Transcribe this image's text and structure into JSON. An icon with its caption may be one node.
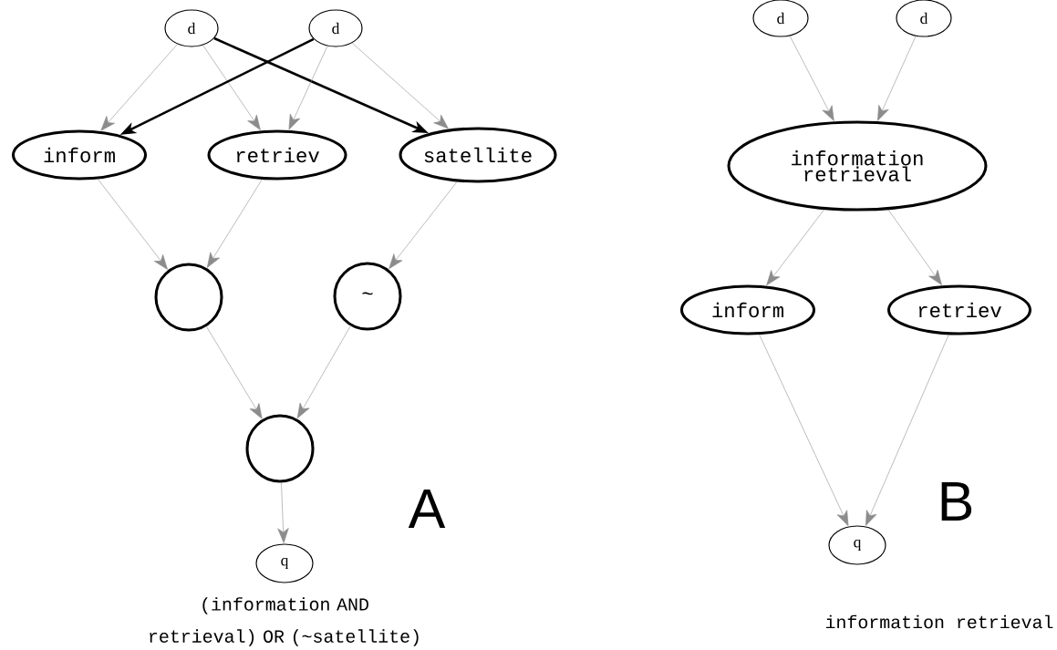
{
  "diagram": {
    "nodes": [
      {
        "text": [
          "d"
        ]
      },
      {
        "text": [
          "d"
        ]
      },
      {
        "text": [
          "d"
        ]
      },
      {
        "text": [
          "d"
        ]
      },
      {
        "text": [
          "inform"
        ]
      },
      {
        "text": [
          "retriev"
        ]
      },
      {
        "text": [
          "satellite"
        ]
      },
      {
        "text": [
          "information retrieval"
        ]
      },
      {
        "text": [],
        "shape": "circle"
      },
      {
        "text": [
          "~"
        ]
      },
      {
        "text": [
          "inform"
        ]
      },
      {
        "text": [
          "retriev"
        ]
      },
      {
        "text": [],
        "shape": "circle"
      },
      {
        "text": [
          "q"
        ]
      },
      {
        "text": [
          "q"
        ]
      }
    ],
    "edges": [
      {
        "from": 0,
        "to": 4,
        "arrow": "to"
      },
      {
        "from": 0,
        "to": 5,
        "arrow": "to"
      },
      {
        "from": 0,
        "to": 6,
        "arrow": "to",
        "style": "thick",
        "color": "#000000"
      },
      {
        "from": 1,
        "to": 4,
        "arrow": "to",
        "style": "thick",
        "color": "#000000"
      },
      {
        "from": 1,
        "to": 5,
        "arrow": "to"
      },
      {
        "from": 1,
        "to": 6,
        "arrow": "to"
      },
      {
        "from": 2,
        "to": 7,
        "arrow": "to"
      },
      {
        "from": 3,
        "to": 7,
        "arrow": "to"
      },
      {
        "from": 4,
        "to": 8,
        "arrow": "to"
      },
      {
        "from": 5,
        "to": 8,
        "arrow": "to"
      },
      {
        "from": 6,
        "to": 9,
        "arrow": "to"
      },
      {
        "from": 7,
        "to": 10,
        "arrow": "to"
      },
      {
        "from": 7,
        "to": 11,
        "arrow": "to"
      },
      {
        "from": 8,
        "to": 12,
        "arrow": "to"
      },
      {
        "from": 9,
        "to": 12,
        "arrow": "to"
      },
      {
        "from": 12,
        "to": 13,
        "arrow": "to"
      },
      {
        "from": 10,
        "to": 14,
        "arrow": "to"
      },
      {
        "from": 11,
        "to": 14,
        "arrow": "to"
      }
    ],
    "labels": [
      "A",
      "(information AND retrieval) OR (~satellite)",
      "B",
      "information retrieval"
    ]
  }
}
